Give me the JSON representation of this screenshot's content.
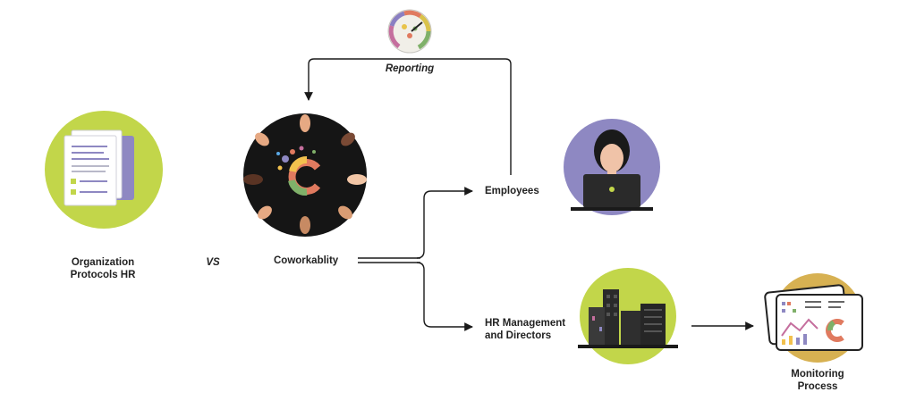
{
  "labels": {
    "reporting": "Reporting",
    "organization": "Organization\nProtocols HR",
    "vs": "VS",
    "coworkability": "Coworkablity",
    "employees": "Employees",
    "hr_management": "HR Management\nand Directors",
    "monitoring": "Monitoring\nProcess"
  },
  "colors": {
    "green_circle": "#c2d64a",
    "purple_circle": "#8e88c2",
    "gold_circle": "#d7b152",
    "black_circle": "#151515",
    "line": "#1a1a1a",
    "text": "#222222"
  }
}
